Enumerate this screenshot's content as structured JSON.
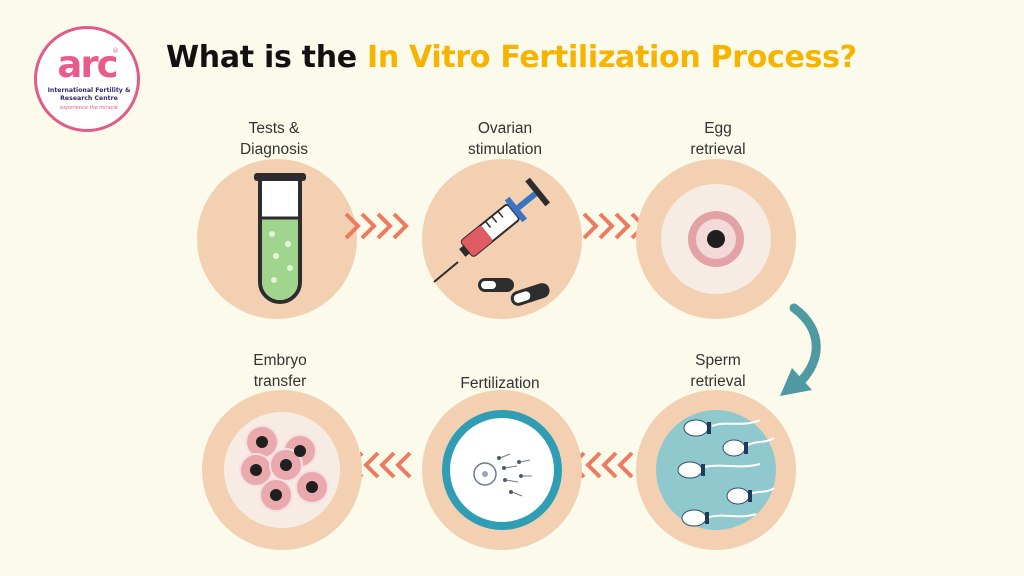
{
  "logo": {
    "brand": "arc",
    "name_line1": "International Fertility &",
    "name_line2": "Research Centre",
    "tagline": "experience the miracle"
  },
  "title": {
    "part1": "What is the ",
    "part2": "In Vitro Fertilization Process?"
  },
  "steps": [
    {
      "line1": "Tests &",
      "line2": "Diagnosis"
    },
    {
      "line1": "Ovarian",
      "line2": "stimulation"
    },
    {
      "line1": "Egg",
      "line2": "retrieval"
    },
    {
      "line1": "Sperm",
      "line2": "retrieval"
    },
    {
      "line1": "Fertilization",
      "line2": ""
    },
    {
      "line1": "Embryo",
      "line2": "transfer"
    }
  ],
  "colors": {
    "background": "#fbfaeb",
    "circle": "#f4d0b3",
    "chevron": "#ee7a5f",
    "turn_arrow": "#4f9aa2",
    "title_accent": "#f6b400",
    "logo_pink": "#ea5a8b"
  }
}
